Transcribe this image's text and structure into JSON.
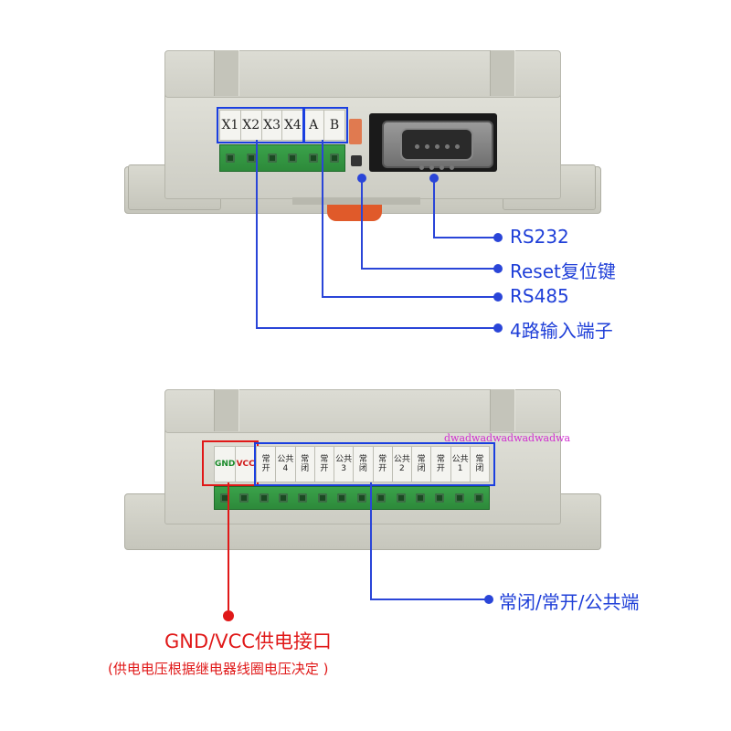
{
  "top_device": {
    "input_labels": [
      "X1",
      "X2",
      "X3",
      "X4",
      "A",
      "B"
    ],
    "callouts": {
      "rs232": "RS232",
      "reset": "Reset复位键",
      "rs485": "RS485",
      "inputs": "4路输入端子"
    }
  },
  "bottom_device": {
    "power_labels": [
      "GND",
      "VCC"
    ],
    "power_label_colors": [
      "#1a8a2a",
      "#d01818"
    ],
    "relay_labels": [
      [
        "常",
        "开"
      ],
      [
        "公共",
        "4"
      ],
      [
        "常",
        "闭"
      ],
      [
        "常",
        "开"
      ],
      [
        "公共",
        "3"
      ],
      [
        "常",
        "闭"
      ],
      [
        "常",
        "开"
      ],
      [
        "公共",
        "2"
      ],
      [
        "常",
        "闭"
      ],
      [
        "常",
        "开"
      ],
      [
        "公共",
        "1"
      ],
      [
        "常",
        "闭"
      ]
    ],
    "watermark": "dwadwadwadwadwadwa",
    "callouts": {
      "relay": "常闭/常开/公共端",
      "power": "GND/VCC供电接口",
      "power_note": "(供电电压根据继电器线圈电压决定 )"
    }
  },
  "colors": {
    "callout_blue": "#1f3fd8",
    "callout_red": "#e01818",
    "terminal_green": "#3aa24a"
  }
}
